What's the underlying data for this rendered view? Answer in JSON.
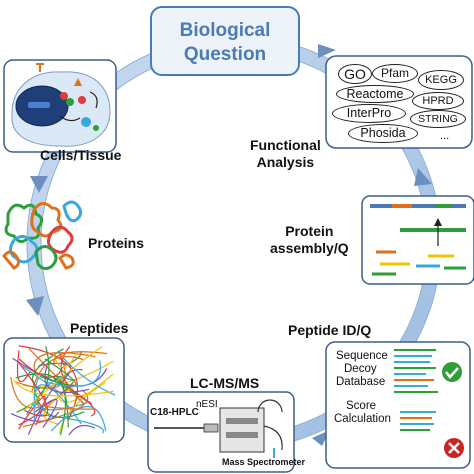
{
  "center_question": [
    "Biological",
    "Question"
  ],
  "steps": {
    "cells_tissue": "Cells/Tissue",
    "proteins": "Proteins",
    "peptides": "Peptides",
    "lcms": "LC-MS/MS",
    "peptide_id": "Peptide ID/Q",
    "protein_assembly": [
      "Protein",
      "assembly/Q"
    ],
    "functional_analysis": [
      "Functional",
      "Analysis"
    ]
  },
  "databases": [
    "GO",
    "Pfam",
    "KEGG",
    "Reactome",
    "HPRD",
    "InterPro",
    "STRING",
    "Phosida",
    "..."
  ],
  "lcms_panel": {
    "column": "C18-HPLC",
    "source": "nESI",
    "instrument": "Mass Spectrometer"
  },
  "peptide_id_panel": {
    "lines": [
      "Sequence",
      "Decoy",
      "Database"
    ],
    "score": [
      "Score",
      "Calculation"
    ]
  },
  "colors": {
    "cycle_ring": "#a9c4e4",
    "arrow": "#6d8fbf",
    "box_border": "#4a7bb7",
    "box_text": "#4a7bb7",
    "check_green": "#2e9e3a",
    "cross_red": "#cc2222"
  }
}
